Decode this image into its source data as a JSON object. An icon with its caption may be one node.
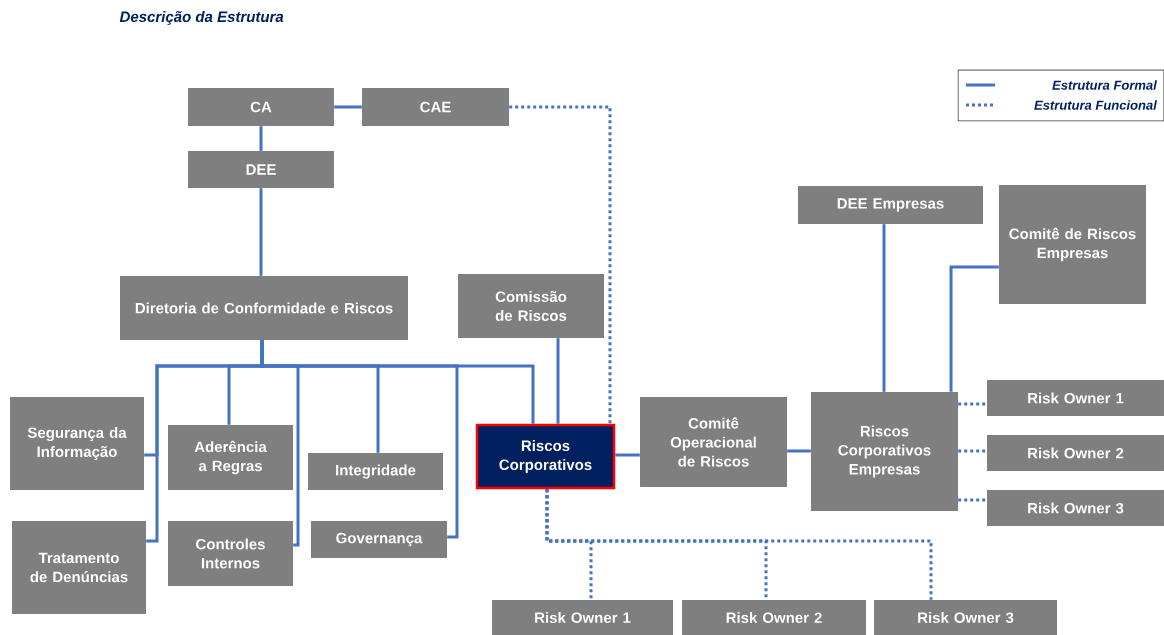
{
  "diagram": {
    "title": "Descrição da Estrutura",
    "nodes": [
      {
        "text": [
          "CA"
        ]
      },
      {
        "text": [
          "CAE"
        ]
      },
      {
        "text": [
          "DEE"
        ]
      },
      {
        "text": [
          "Diretoria de Conformidade e Riscos"
        ]
      },
      {
        "text": [
          "Comissão de Riscos"
        ]
      },
      {
        "text": [
          "Segurança da Informação"
        ]
      },
      {
        "text": [
          "Aderência a Regras"
        ]
      },
      {
        "text": [
          "Integridade"
        ]
      },
      {
        "text": [
          "Riscos Corporativos"
        ]
      },
      {
        "text": [
          "Comitê Operacional de Riscos"
        ]
      },
      {
        "text": [
          "Riscos Corporativos Empresas"
        ]
      },
      {
        "text": [
          "DEE Empresas"
        ]
      },
      {
        "text": [
          "Comitê de Riscos Empresas"
        ]
      },
      {
        "text": [
          "Risk Owner 1"
        ]
      },
      {
        "text": [
          "Risk Owner 2"
        ]
      },
      {
        "text": [
          "Risk Owner 3"
        ]
      },
      {
        "text": [
          "Tratamento de Denúncias"
        ]
      },
      {
        "text": [
          "Controles Internos"
        ]
      },
      {
        "text": [
          "Governança"
        ]
      },
      {
        "text": [
          "Risk Owner 1"
        ]
      },
      {
        "text": [
          "Risk Owner 2"
        ]
      },
      {
        "text": [
          "Risk Owner 3"
        ]
      }
    ],
    "edges": [
      {
        "from": 0,
        "to": 1,
        "arrow": "none"
      },
      {
        "from": 0,
        "to": 2,
        "arrow": "none"
      },
      {
        "from": 2,
        "to": 3,
        "arrow": "none"
      },
      {
        "from": 3,
        "to": 5,
        "arrow": "none"
      },
      {
        "from": 3,
        "to": 16,
        "arrow": "none"
      },
      {
        "from": 3,
        "to": 6,
        "arrow": "none"
      },
      {
        "from": 3,
        "to": 17,
        "arrow": "none"
      },
      {
        "from": 3,
        "to": 7,
        "arrow": "none"
      },
      {
        "from": 3,
        "to": 18,
        "arrow": "none"
      },
      {
        "from": 3,
        "to": 8,
        "arrow": "none"
      },
      {
        "from": 4,
        "to": 8,
        "arrow": "none"
      },
      {
        "from": 1,
        "to": 8,
        "arrow": "none",
        "style": "dashed"
      },
      {
        "from": 8,
        "to": 9,
        "arrow": "none"
      },
      {
        "from": 9,
        "to": 10,
        "arrow": "none"
      },
      {
        "from": 11,
        "to": 10,
        "arrow": "none"
      },
      {
        "from": 12,
        "to": 10,
        "arrow": "none"
      },
      {
        "from": 10,
        "to": 13,
        "arrow": "none",
        "style": "dashed"
      },
      {
        "from": 10,
        "to": 14,
        "arrow": "none",
        "style": "dashed"
      },
      {
        "from": 10,
        "to": 15,
        "arrow": "none",
        "style": "dashed"
      },
      {
        "from": 8,
        "to": 19,
        "arrow": "none",
        "style": "dashed"
      },
      {
        "from": 8,
        "to": 20,
        "arrow": "none",
        "style": "dashed"
      },
      {
        "from": 8,
        "to": 21,
        "arrow": "none",
        "style": "dashed"
      }
    ],
    "legend": [
      {
        "text": "Estrutura Formal"
      },
      {
        "text": "Estrutura Funcional"
      }
    ]
  }
}
